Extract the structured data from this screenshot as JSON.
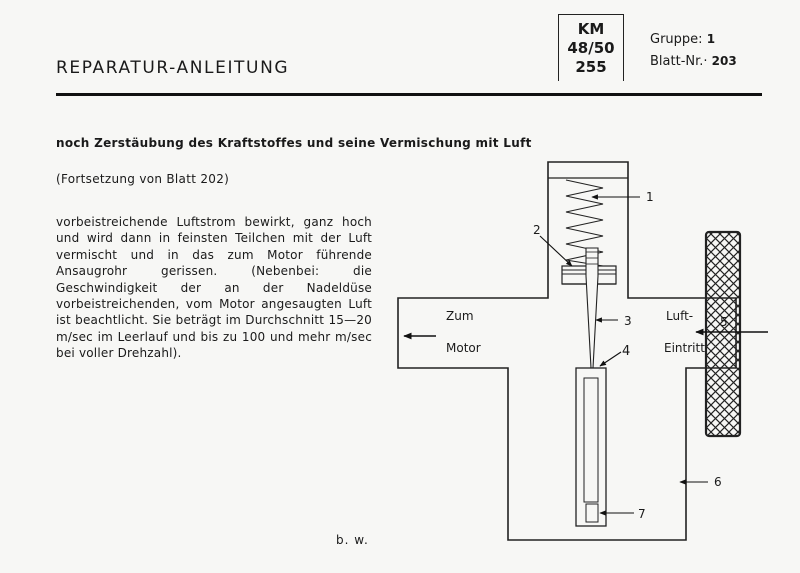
{
  "header": {
    "title": "REPARATUR-ANLEITUNG",
    "km_lines": [
      "KM",
      "48/50",
      "255"
    ],
    "gruppe_label": "Gruppe:",
    "gruppe_value": "1",
    "blatt_label": "Blatt-Nr.·",
    "blatt_value": "203"
  },
  "content": {
    "heading": "noch Zerstäubung des Kraftstoffes und seine Vermischung mit Luft",
    "continuation": "(Fortsetzung von Blatt 202)",
    "body": "vorbeistreichende Luftstrom bewirkt, ganz hoch und wird dann in feinsten Teilchen mit der Luft vermischt und in das zum Motor führende Ansaugrohr gerissen. (Nebenbei: die Geschwindigkeit der an der Nadeldüse vorbeistreichenden, vom Motor angesaugten Luft ist beachtlicht. Sie beträgt im Durchschnitt 15—20 m/sec im Leerlauf und bis zu 100 und mehr m/sec bei voller Drehzahl).",
    "footer": "b. w."
  },
  "diagram": {
    "zum": "Zum",
    "motor": "Motor",
    "luft": "Luft-",
    "eintritt": "Eintritt",
    "callouts": [
      "1",
      "2",
      "3",
      "4",
      "5",
      "6",
      "7"
    ]
  }
}
